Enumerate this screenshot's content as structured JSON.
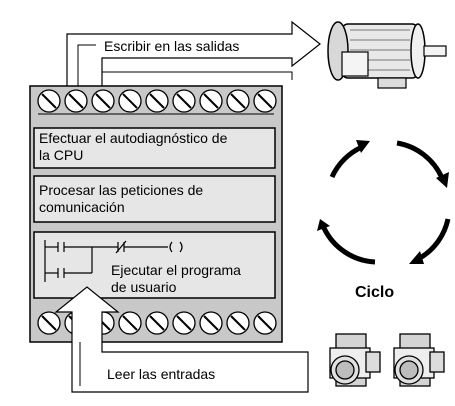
{
  "labels": {
    "write_outputs": "Escribir en las salidas",
    "read_inputs": "Leer las entradas",
    "cycle": "Ciclo"
  },
  "tasks": {
    "selfdiag_line1": "Efectuar el autodiagnóstico de",
    "selfdiag_line2": "la CPU",
    "comm_line1": "Procesar las peticiones de",
    "comm_line2": "comunicación",
    "user_line1": "Ejecutar el programa",
    "user_line2": "de usuario"
  },
  "colors": {
    "plc_body": "#c8c8c8",
    "task_panel": "#e6e6e6",
    "stroke": "#000000",
    "background": "#ffffff"
  },
  "icons": [
    "motor-icon",
    "pushbutton-icon",
    "ladder-logic-icon",
    "terminal-screw-icon",
    "cycle-arrows-icon"
  ]
}
